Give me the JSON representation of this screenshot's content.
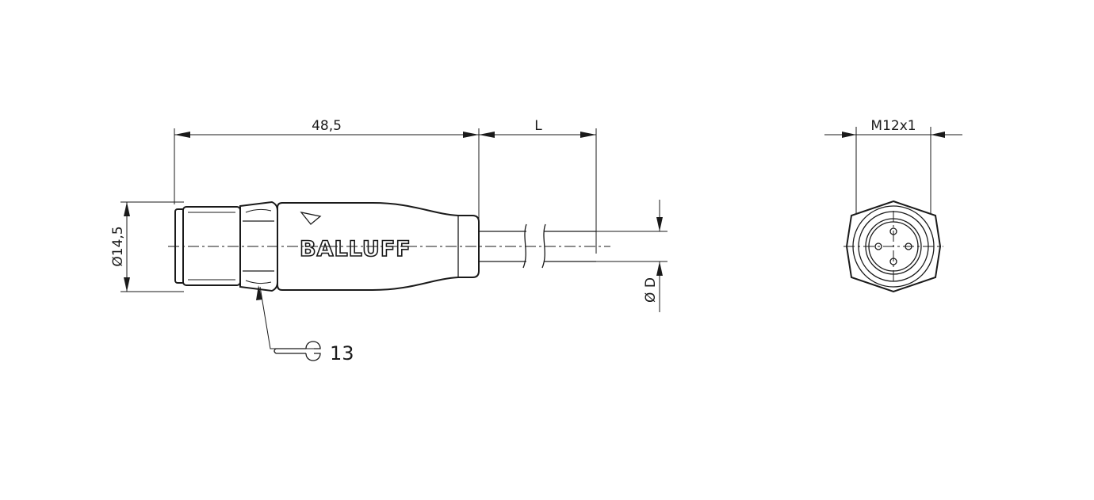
{
  "dimensions": {
    "body_length": "48,5",
    "cable_length": "L",
    "thread": "M12x1",
    "diameter_head": "Ø14,5",
    "diameter_cable": "Ø D",
    "wrench_size": "13"
  },
  "brand": "BALLUFF",
  "icons": {
    "wrench": "wrench-icon",
    "coding_mark": "triangle-marker-icon"
  }
}
